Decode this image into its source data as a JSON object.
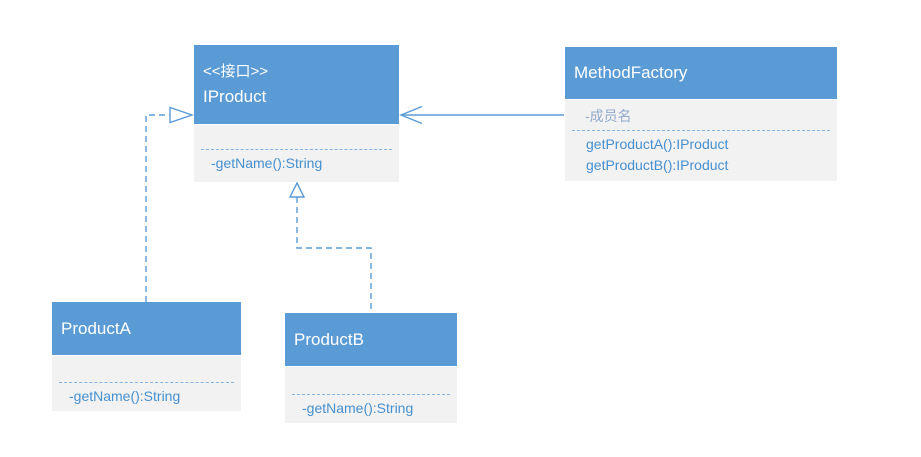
{
  "diagram": {
    "kind": "uml-class-diagram",
    "colors": {
      "header_fill": "#5B9BD5",
      "body_fill": "#F2F2F2",
      "member_text": "#4590D0",
      "muted_member_text": "#93ABCB",
      "separator_line": "#85B2DF",
      "connector": "#5B9BD5",
      "header_text": "#FFFFFF",
      "canvas_background": "#FFFFFF"
    },
    "classes": [
      {
        "id": "iproduct",
        "stereotype": "<<接口>>",
        "name": "IProduct",
        "fields": [],
        "methods": [
          "-getName():String"
        ]
      },
      {
        "id": "methodfactory",
        "stereotype": "",
        "name": "MethodFactory",
        "fields": [
          "-成员名"
        ],
        "methods": [
          "getProductA():IProduct",
          "getProductB():IProduct"
        ]
      },
      {
        "id": "producta",
        "stereotype": "",
        "name": "ProductA",
        "fields": [],
        "methods": [
          "-getName():String"
        ]
      },
      {
        "id": "productb",
        "stereotype": "",
        "name": "ProductB",
        "fields": [],
        "methods": [
          "-getName():String"
        ]
      }
    ],
    "relationships": [
      {
        "from": "ProductA",
        "to": "IProduct",
        "type": "realization",
        "line": "dashed",
        "arrowhead": "hollow-triangle"
      },
      {
        "from": "ProductB",
        "to": "IProduct",
        "type": "realization",
        "line": "dashed",
        "arrowhead": "hollow-triangle"
      },
      {
        "from": "MethodFactory",
        "to": "IProduct",
        "type": "dependency",
        "line": "solid",
        "arrowhead": "open"
      }
    ]
  }
}
